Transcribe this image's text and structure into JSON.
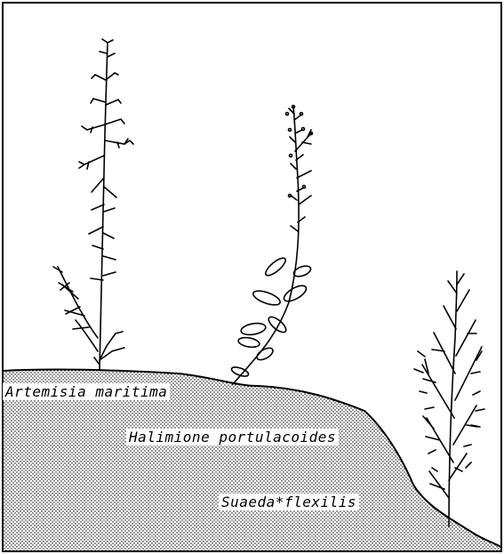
{
  "labels": {
    "artemisia": "Artemisia maritima",
    "halimione": "Halimione portulacoides",
    "suaeda": "Suaeda*flexilis"
  },
  "colors": {
    "ink": "#000000",
    "paper": "#ffffff"
  },
  "plants": [
    "artemisia-plant",
    "halimione-plant",
    "suaeda-plant"
  ]
}
